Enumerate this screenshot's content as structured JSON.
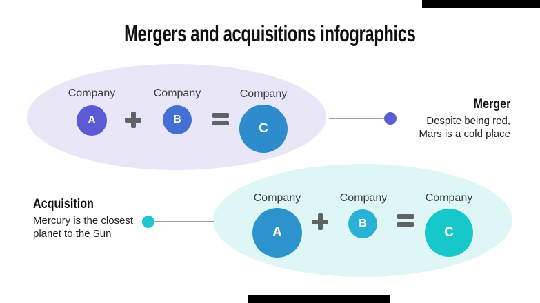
{
  "title": "Mergers and acquisitions infographics",
  "colors": {
    "decor_bar": "#000000",
    "operator": "#5F6368",
    "connector_line": "#9E9EA3",
    "heading_text": "#101013",
    "body_text": "#202124",
    "label_text": "#3C4043"
  },
  "merger_section": {
    "ellipse_fill": "#E8E6F7",
    "companies": [
      {
        "label": "Company",
        "letter": "A",
        "color": "#5C59D4"
      },
      {
        "label": "Company",
        "letter": "B",
        "color": "#4470D4"
      },
      {
        "label": "Company",
        "letter": "C",
        "color": "#2E8CCD"
      }
    ],
    "callout": {
      "heading": "Merger",
      "line1": "Despite being red,",
      "line2": "Mars is a cold place",
      "dot_color": "#5B5DD2"
    }
  },
  "acquisition_section": {
    "ellipse_fill": "#DFF6F7",
    "companies": [
      {
        "label": "Company",
        "letter": "A",
        "color": "#2D93CC"
      },
      {
        "label": "Company",
        "letter": "B",
        "color": "#2BB1D4"
      },
      {
        "label": "Company",
        "letter": "C",
        "color": "#17C8CB"
      }
    ],
    "callout": {
      "heading": "Acquisition",
      "line1": "Mercury is the closest",
      "line2": "planet to the Sun",
      "dot_color": "#1EC6D0"
    }
  }
}
